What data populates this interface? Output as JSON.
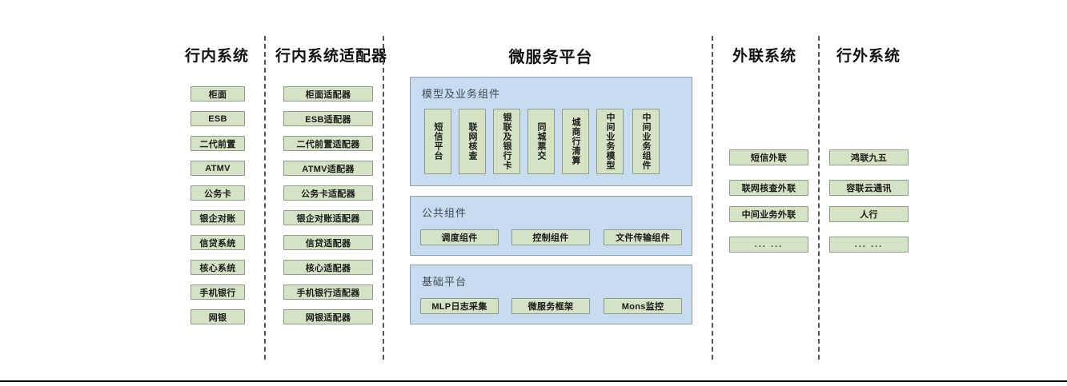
{
  "diagram": {
    "columns": [
      {
        "id": "in-bank-systems",
        "title": "行内系统",
        "items": [
          "柜面",
          "ESB",
          "二代前置",
          "ATMV",
          "公务卡",
          "银企对账",
          "信贷系统",
          "核心系统",
          "手机银行",
          "网银"
        ]
      },
      {
        "id": "in-bank-adapters",
        "title": "行内系统适配器",
        "items": [
          "柜面适配器",
          "ESB适配器",
          "二代前置适配器",
          "ATMV适配器",
          "公务卡适配器",
          "银企对账适配器",
          "信贷适配器",
          "核心适配器",
          "手机银行适配器",
          "网银适配器"
        ]
      },
      {
        "id": "microservice-platform",
        "title": "微服务平台"
      },
      {
        "id": "external-link-systems",
        "title": "外联系统",
        "items": [
          "短信外联",
          "联网核查外联",
          "中间业务外联",
          "... ..."
        ]
      },
      {
        "id": "off-bank-systems",
        "title": "行外系统",
        "items": [
          "鸿联九五",
          "容联云通讯",
          "人行",
          "... ..."
        ]
      }
    ],
    "platform": {
      "groups": [
        {
          "id": "model-business-components",
          "title": "模型及业务组件",
          "orientation": "vertical",
          "items": [
            "短信平台",
            "联网核查",
            "银联及银行卡",
            "同城票交",
            "城商行清算",
            "中间业务模型",
            "中间业务组件"
          ]
        },
        {
          "id": "public-components",
          "title": "公共组件",
          "orientation": "horizontal",
          "items": [
            "调度组件",
            "控制组件",
            "文件传输组件"
          ]
        },
        {
          "id": "base-platform",
          "title": "基础平台",
          "orientation": "horizontal",
          "items": [
            "MLP日志采集",
            "微服务框架",
            "Mons监控"
          ]
        }
      ]
    },
    "colors": {
      "leaf_fill": "#d5e3c4",
      "leaf_border": "#8e9a8a",
      "panel_fill": "#c7dcf0",
      "panel_border": "#8c9aa6",
      "divider": "#555555",
      "text": "#1a1a1a"
    }
  }
}
